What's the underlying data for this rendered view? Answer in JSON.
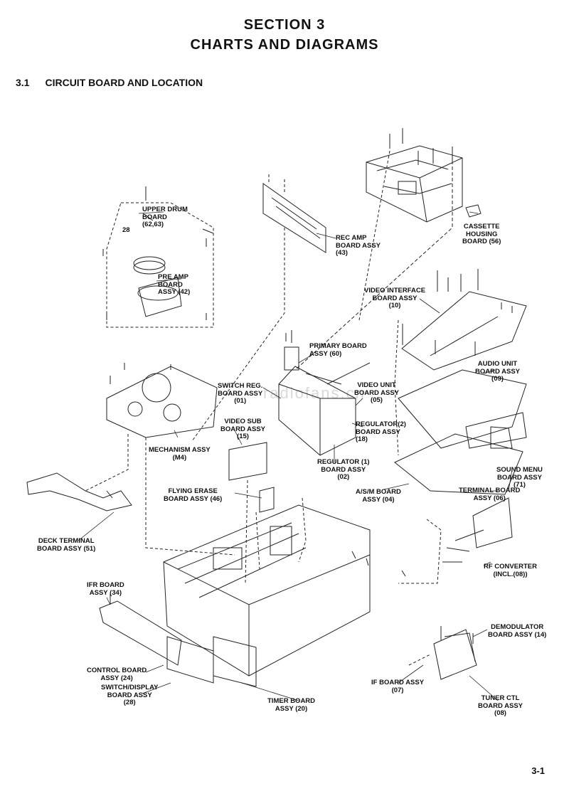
{
  "section_title": "SECTION 3",
  "section_subtitle": "CHARTS AND DIAGRAMS",
  "subsection": {
    "number": "3.1",
    "title": "CIRCUIT BOARD AND LOCATION"
  },
  "watermark": "radiofans.cn",
  "labels": {
    "upper_drum": "UPPER DRUM\nBOARD\n(62,63)",
    "callout_28": "28",
    "rec_amp": "REC AMP\nBOARD ASSY\n(43)",
    "cassette_housing": "CASSETTE\nHOUSING\nBOARD (56)",
    "pre_amp": "PRE AMP\nBOARD\nASSY (42)",
    "video_interface": "VIDEO INTERFACE\nBOARD ASSY\n(10)",
    "primary_board": "PRIMARY BOARD\nASSY (60)",
    "switch_reg": "SWITCH REG.\nBOARD ASSY\n(01)",
    "video_unit": "VIDEO UNIT\nBOARD ASSY\n(05)",
    "audio_unit": "AUDIO UNIT\nBOARD ASSY\n(09)",
    "video_sub": "VIDEO SUB\nBOARD ASSY\n(15)",
    "regulator_2": "REGULATOR(2)\nBOARD ASSY\n(18)",
    "mechanism": "MECHANISM ASSY\n(M4)",
    "regulator_1": "REGULATOR (1)\nBOARD ASSY\n(02)",
    "sound_menu": "SOUND MENU\nBOARD ASSY\n(71)",
    "flying_erase": "FLYING ERASE\nBOARD ASSY (46)",
    "asm_board": "A/S/M BOARD\nASSY (04)",
    "terminal_board": "TERMINAL BOARD\nASSY (06)",
    "deck_terminal": "DECK TERMINAL\nBOARD ASSY (51)",
    "rf_converter": "RF CONVERTER\n(INCL.(08))",
    "ifr_board": "IFR BOARD\nASSY (34)",
    "demodulator": "DEMODULATOR\nBOARD ASSY (14)",
    "control_board": "CONTROL BOARD\nASSY (24)",
    "switch_display": "SWITCH/DISPLAY\nBOARD ASSY\n(28)",
    "if_board": "IF BOARD ASSY\n(07)",
    "timer_board": "TIMER BOARD\nASSY (20)",
    "tuner_ctl": "TUNER CTL\nBOARD ASSY\n(08)"
  },
  "page_number": "3-1"
}
